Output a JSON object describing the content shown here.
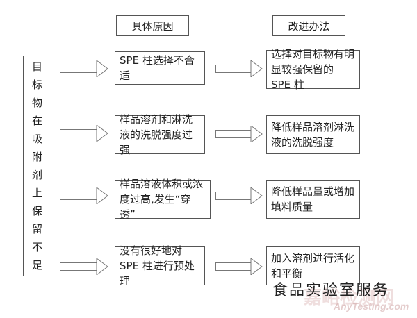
{
  "headers": {
    "reason": "具体原因",
    "solution": "改进办法"
  },
  "left_label_chars": [
    "目",
    "标",
    "物",
    "在",
    "吸",
    "附",
    "剂",
    "上",
    "保",
    "留",
    "不",
    "足"
  ],
  "rows": [
    {
      "reason": "SPE 柱选择不合适",
      "solution": "选择对目标物有明显较强保留的 SPE 柱"
    },
    {
      "reason": "样品溶剂和淋洗液的洗脱强度过强",
      "solution": "降低样品溶剂淋洗液的洗脱强度"
    },
    {
      "reason": "样品溶液体积或浓度过高,发生“穿透”",
      "solution": "降低样品量或增加填料质量"
    },
    {
      "reason": "没有很好地对 SPE 柱进行预处理",
      "solution": "加入溶剂进行活化和平衡"
    }
  ],
  "watermark": {
    "text_cn": "食品实验室服务",
    "text_cn2": "嘉峪检测网",
    "text_en": "AnyTesting.com"
  }
}
